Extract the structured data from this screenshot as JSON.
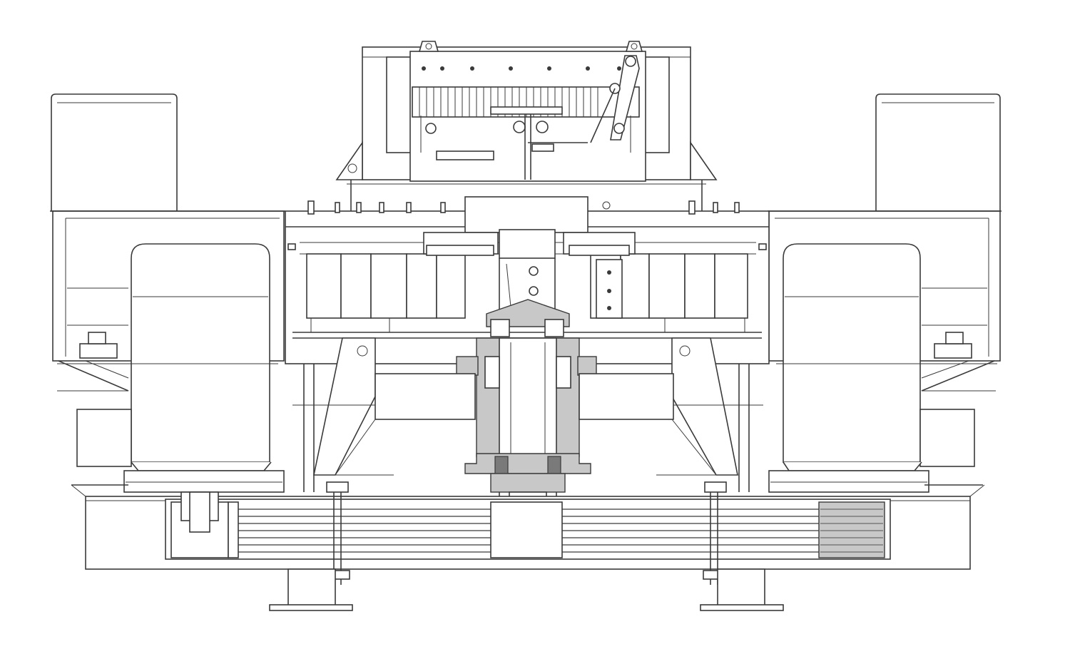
{
  "drawing": {
    "style": "technical line drawing, cross-section elevation",
    "colors": {
      "background": "#ffffff",
      "line": "#3a3a3a",
      "shade": "#c8c8c8",
      "dark": "#7a7a7a"
    },
    "icons": [
      "motor-housing",
      "rotor-assembly",
      "vertical-shaft",
      "bearing-housing",
      "pulley-belt-pack",
      "base-frame",
      "feed-hopper"
    ]
  }
}
